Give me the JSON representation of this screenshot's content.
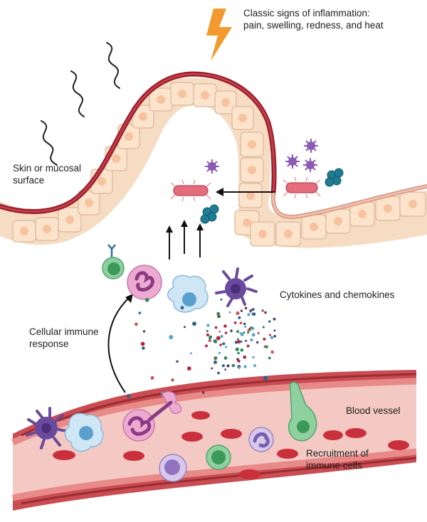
{
  "labels": {
    "inflammation_signs": [
      "Classic signs of inflammation:",
      "pain, swelling, redness, and heat"
    ],
    "skin_surface": [
      "Skin or mucosal",
      "surface"
    ],
    "cytokines": [
      "Cytokines and chemokines"
    ],
    "cellular_response": [
      "Cellular immune",
      "response"
    ],
    "blood_vessel": [
      "Blood vessel"
    ],
    "recruitment": [
      "Recruitment of",
      "immune cells"
    ]
  },
  "colors": {
    "vessel_wall": "#b33a3f",
    "vessel_lumen": "#f4c9c4",
    "red_blood_cell": "#c9303b",
    "epithelial_cell": "#fce3cb",
    "epithelial_nucleus": "#f7c39f",
    "lightning": "#f29a2e",
    "bacterium": "#e56d7b",
    "virus": "#8d5bb6",
    "fungus": "#1f7c93",
    "neutrophil": "#ecaad1",
    "macrophage": "#cfe6f5",
    "dendritic_cell": "#6a4a9c",
    "lymphocyte": "#8fd0a0"
  }
}
